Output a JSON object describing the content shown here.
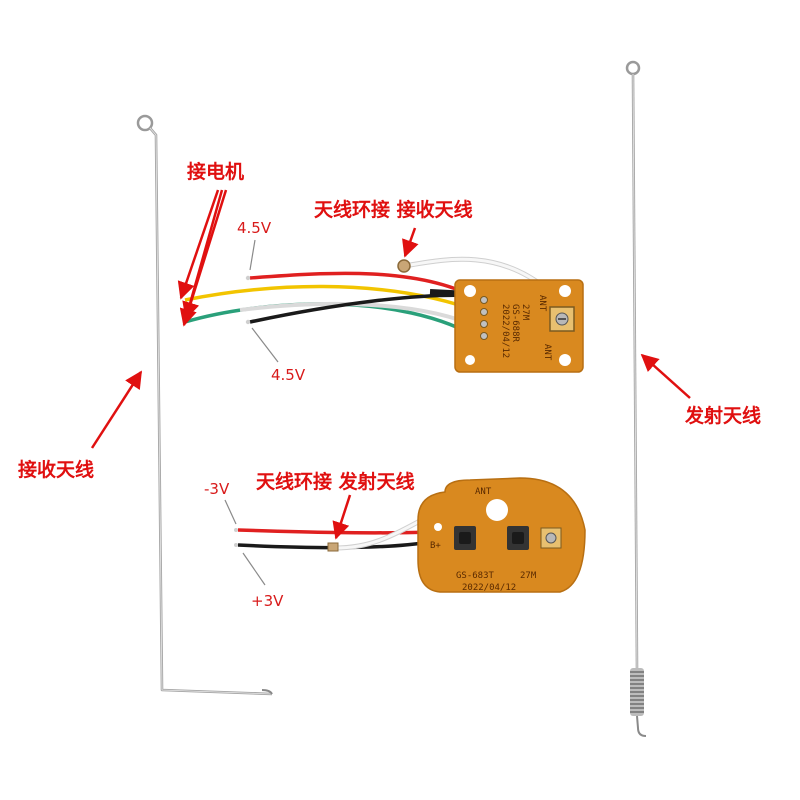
{
  "labels": {
    "connect_motor": "接电机",
    "antenna_loop_receive": "天线环接 接收天线",
    "antenna_loop_transmit": "天线环接 发射天线",
    "receive_antenna": "接收天线",
    "transmit_antenna": "发射天线",
    "voltage_45_top": "4.5V",
    "voltage_45_bottom": "4.5V",
    "voltage_neg3": "-3V",
    "voltage_pos3": "+3V"
  },
  "receiver_board": {
    "freq": "27M",
    "model": "GS-688R",
    "date": "2022/04/12",
    "ant": "ANT",
    "ant2": "ANT"
  },
  "transmitter_board": {
    "model": "GS-683T",
    "freq": "27M",
    "date": "2022/04/12",
    "ant": "ANT",
    "bplus": "B+"
  },
  "colors": {
    "label_red": "#e01010",
    "pcb": "#d9891f",
    "wire_red": "#e02020",
    "wire_yellow": "#f2c400",
    "wire_green": "#2aa07a",
    "wire_black": "#1a1a1a",
    "wire_white": "#f4f4f4",
    "antenna_steel": "#9a9a9a"
  }
}
